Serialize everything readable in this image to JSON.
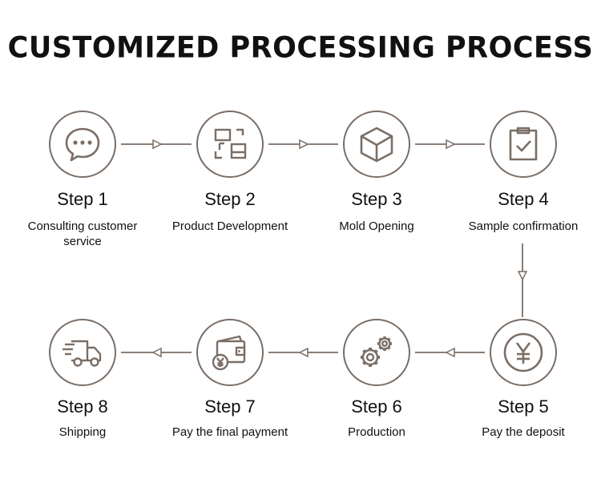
{
  "title": "CUSTOMIZED PROCESSING PROCESS",
  "steps": [
    {
      "label": "Step 1",
      "desc": "Consulting customer service",
      "icon": "chat-bubble-icon"
    },
    {
      "label": "Step 2",
      "desc": "Product Development",
      "icon": "layout-blocks-icon"
    },
    {
      "label": "Step 3",
      "desc": "Mold Opening",
      "icon": "box-icon"
    },
    {
      "label": "Step 4",
      "desc": "Sample confirmation",
      "icon": "clipboard-check-icon"
    },
    {
      "label": "Step 5",
      "desc": "Pay the deposit",
      "icon": "yen-coin-icon"
    },
    {
      "label": "Step 6",
      "desc": "Production",
      "icon": "gears-icon"
    },
    {
      "label": "Step 7",
      "desc": "Pay the final payment",
      "icon": "wallet-icon"
    },
    {
      "label": "Step 8",
      "desc": "Shipping",
      "icon": "delivery-truck-icon"
    }
  ],
  "colors": {
    "circle_border": "#7a6e66",
    "icon_stroke": "#7a6e66",
    "connector": "#7a6e66",
    "text": "#111111"
  }
}
